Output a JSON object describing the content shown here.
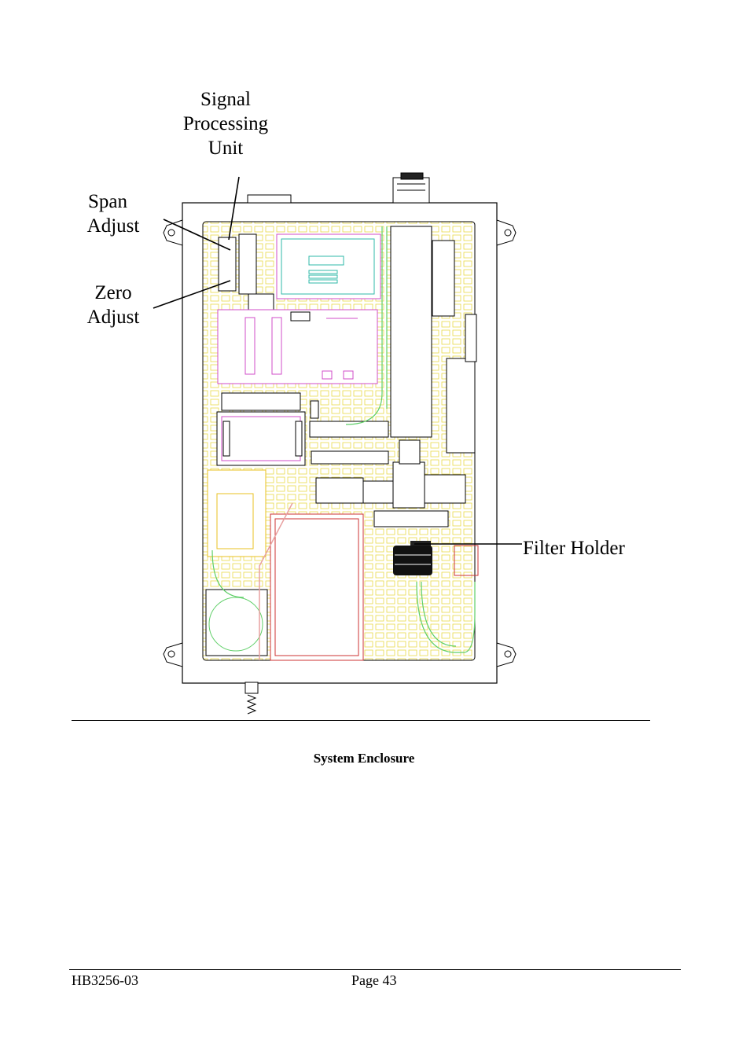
{
  "figure": {
    "labels": {
      "signal_processing_unit": [
        "Signal",
        "Processing",
        "Unit"
      ],
      "span_adjust": [
        "Span",
        "Adjust"
      ],
      "zero_adjust": [
        "Zero",
        "Adjust"
      ],
      "filter_holder": "Filter Holder"
    },
    "caption": "System Enclosure"
  },
  "footer": {
    "doc_number": "HB3256-03",
    "page": "Page 43"
  },
  "colors": {
    "outline": "#000000",
    "panel_grid": "#e8d94a",
    "pcb_magenta": "#d14cc8",
    "pcb_teal": "#2fb9a8",
    "tubing_green": "#5fcf68",
    "connector_red": "#cc3333"
  }
}
